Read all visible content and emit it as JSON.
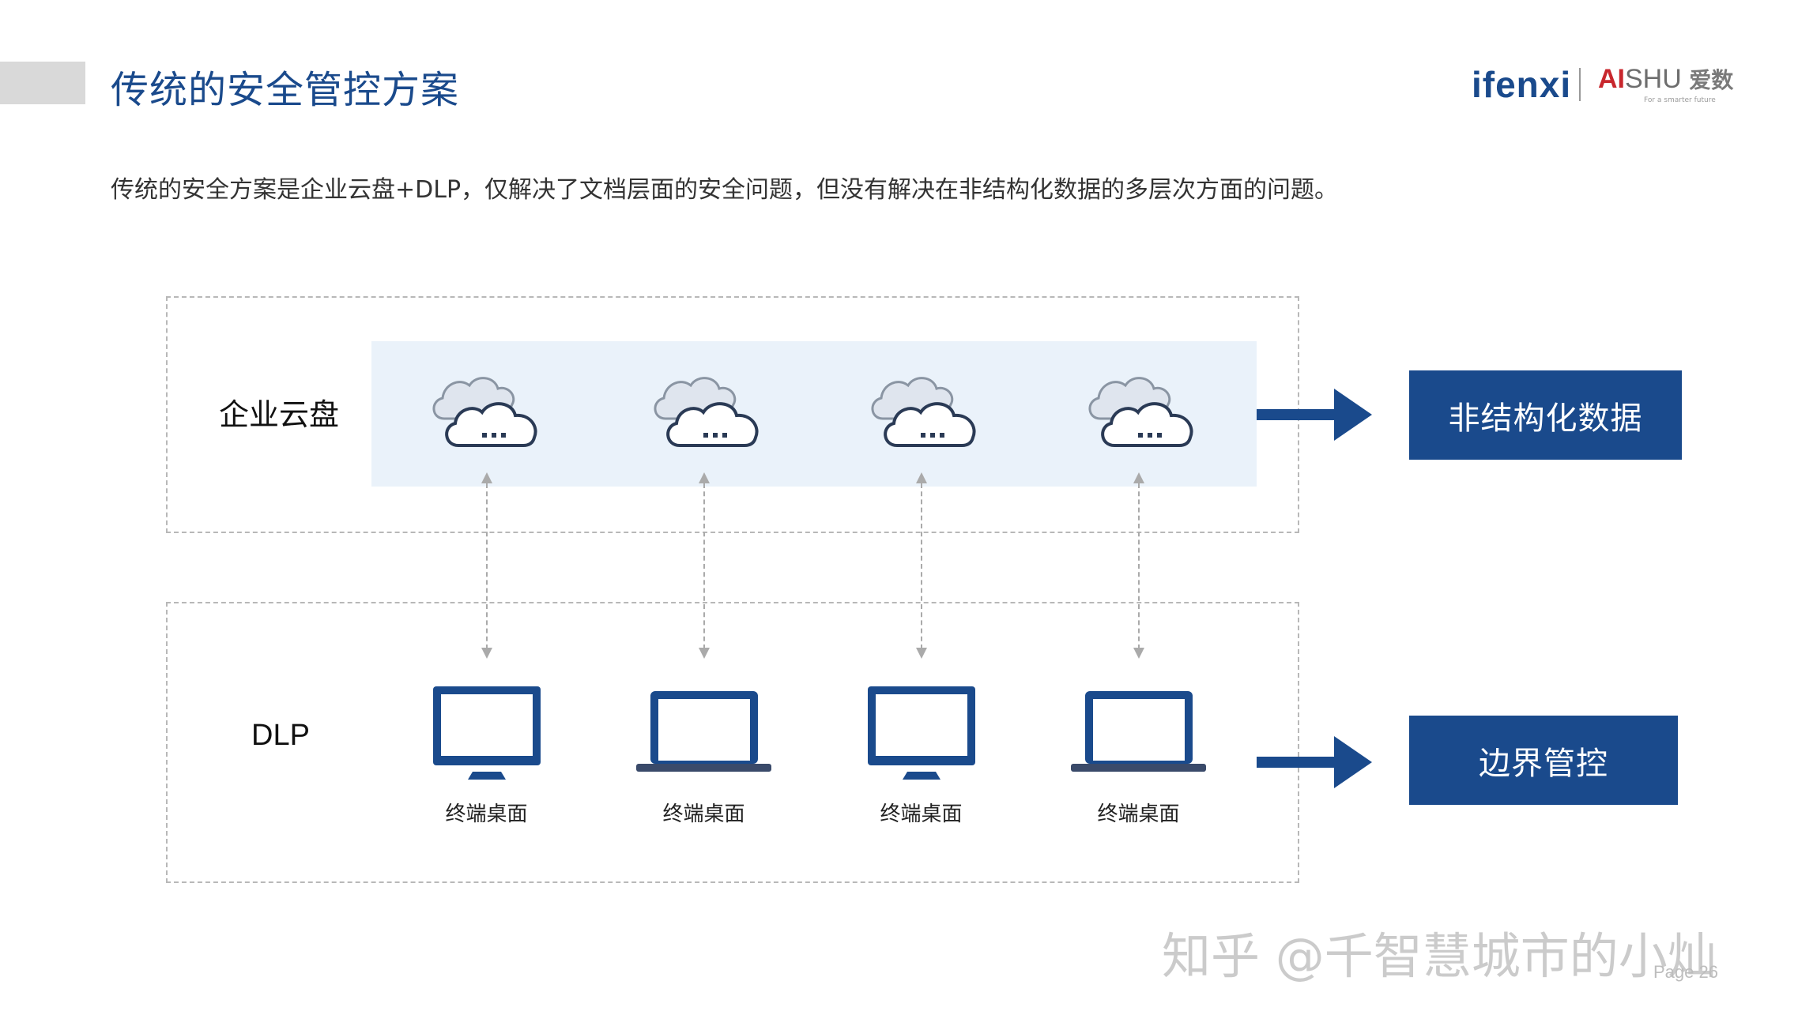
{
  "header": {
    "title": "传统的安全管控方案",
    "logo_ifenxi": "ifenxi",
    "logo_aishu_ai": "AI",
    "logo_aishu_shu": "SHU",
    "logo_aishu_cn": "爱数",
    "logo_tagline": "For a smarter future"
  },
  "intro": "传统的安全方案是企业云盘+DLP，仅解决了文档层面的安全问题，但没有解决在非结构化数据的多层次方面的问题。",
  "diagram": {
    "top_row_label": "企业云盘",
    "bottom_row_label": "DLP",
    "cloud_icons": [
      "cloud-icon",
      "cloud-icon",
      "cloud-icon",
      "cloud-icon"
    ],
    "devices": [
      {
        "icon": "monitor-icon",
        "label": "终端桌面"
      },
      {
        "icon": "laptop-icon",
        "label": "终端桌面"
      },
      {
        "icon": "monitor-icon",
        "label": "终端桌面"
      },
      {
        "icon": "laptop-icon",
        "label": "终端桌面"
      }
    ],
    "top_result": "非结构化数据",
    "bottom_result": "边界管控"
  },
  "colors": {
    "brand_blue": "#1a4a8c",
    "panel_bg": "#eaf2fa",
    "dashed_border": "#b8b8b8"
  },
  "watermark": "知乎 @千智慧城市的小灿",
  "page_number": "Page  26"
}
